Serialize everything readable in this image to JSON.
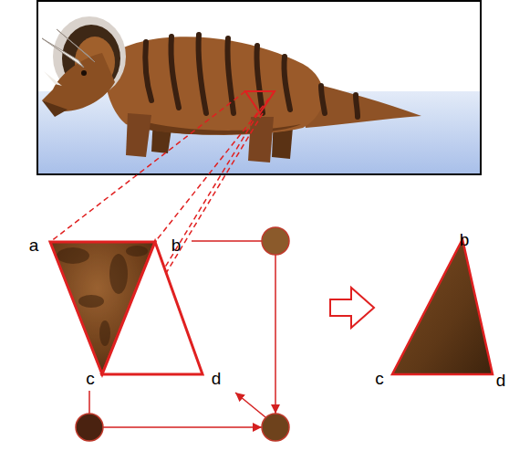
{
  "diagram": {
    "labels": [
      "a",
      "b",
      "b",
      "c",
      "d",
      "c",
      "d"
    ]
  }
}
